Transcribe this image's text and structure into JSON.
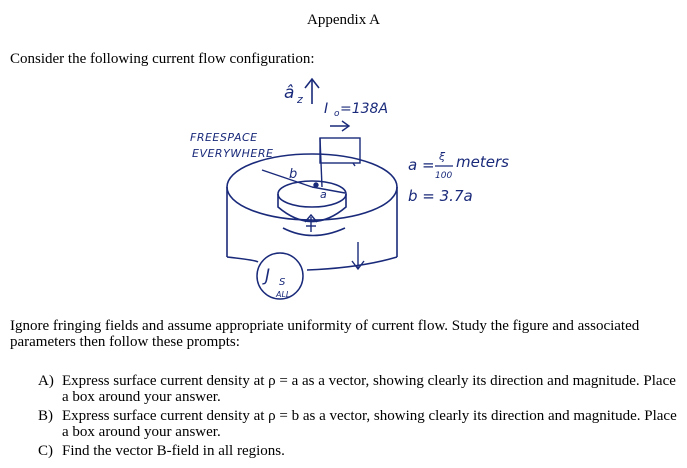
{
  "document": {
    "title": "Appendix A",
    "intro": "Consider the following current flow configuration:",
    "figure": {
      "z_axis_label": "â",
      "z_axis_subscript": "z",
      "current_label": "I",
      "current_subscript": "o",
      "current_value": "=138A",
      "freespace_line1": "FREESPACE",
      "freespace_line2": "EVERYWHERE",
      "label_b": "b",
      "label_a": "a",
      "js_label": "J",
      "js_subscript": "S",
      "js_all": "ALL",
      "a_eq": "a =",
      "a_numerator": "ξ",
      "a_denominator": "100",
      "a_units": "meters",
      "b_eq": "b = 3.7a"
    },
    "paragraph": "Ignore fringing fields and assume appropriate uniformity of current flow. Study the figure and associated parameters then follow these prompts:",
    "prompts": [
      {
        "marker": "A)",
        "text": "Express surface current density at ρ = a as a vector, showing clearly its direction and magnitude. Place a box around your answer."
      },
      {
        "marker": "B)",
        "text": "Express surface current density at ρ = b as a vector, showing clearly its direction and magnitude. Place a box around your answer."
      },
      {
        "marker": "C)",
        "text": "Find the vector B-field in all regions."
      }
    ]
  }
}
